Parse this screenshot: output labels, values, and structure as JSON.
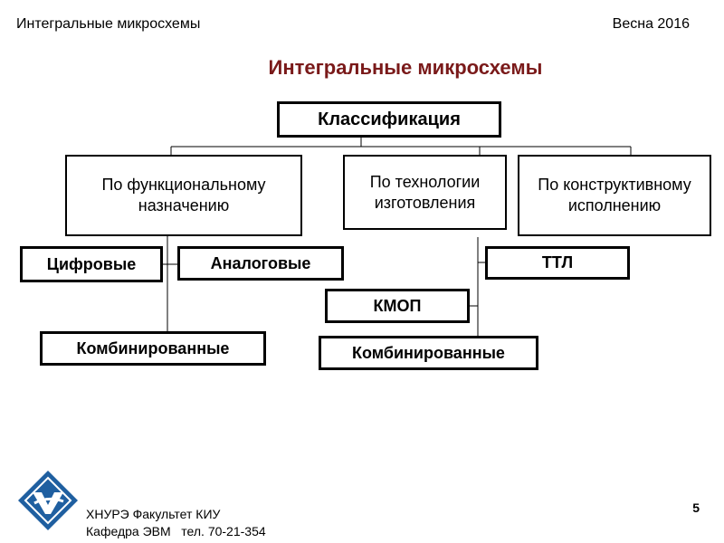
{
  "header": {
    "left": "Интегральные микросхемы",
    "right": "Весна 2016"
  },
  "title": "Интегральные микросхемы",
  "diagram": {
    "root": "Классификация",
    "functional": "По функциональному назначению",
    "technology": "По технологии изготовления",
    "construction": "По конструктивному исполнению",
    "digital": "Цифровые",
    "analog": "Аналоговые",
    "combined_functional": "Комбинированные",
    "ttl": "ТТЛ",
    "cmos": "КМОП",
    "combined_technology": "Комбинированные"
  },
  "footer": {
    "line1": "ХНУРЭ Факультет КИУ",
    "line2": "Кафедра ЭВМ   тел. 70-21-354",
    "page_number": "5"
  },
  "colors": {
    "title": "#7a1a1a",
    "logo": "#1f5fa0"
  }
}
